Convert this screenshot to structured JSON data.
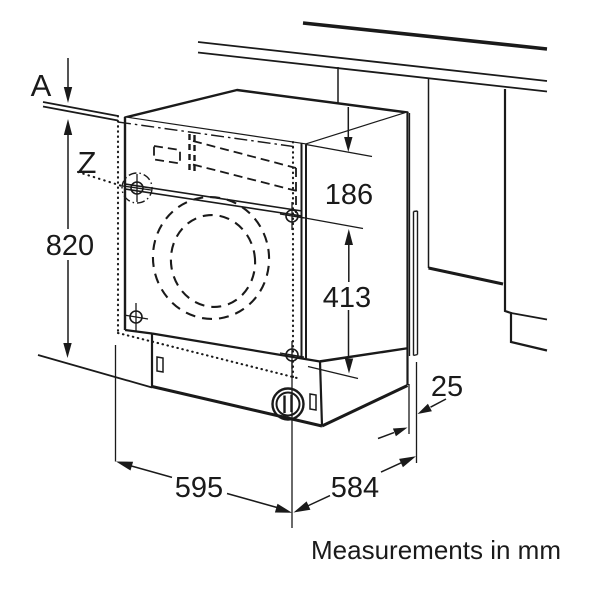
{
  "diagram": {
    "note": "Measurements in mm",
    "labels": {
      "worktop_gap": "A",
      "hinge_detail": "Z"
    },
    "dimensions": {
      "niche_height_mm": "820",
      "top_clearance_mm": "186",
      "door_panel_mm": "413",
      "width_mm": "595",
      "depth_mm": "584",
      "rear_gap_mm": "25"
    },
    "colors": {
      "line": "#1a1a1a",
      "background": "#ffffff"
    }
  }
}
